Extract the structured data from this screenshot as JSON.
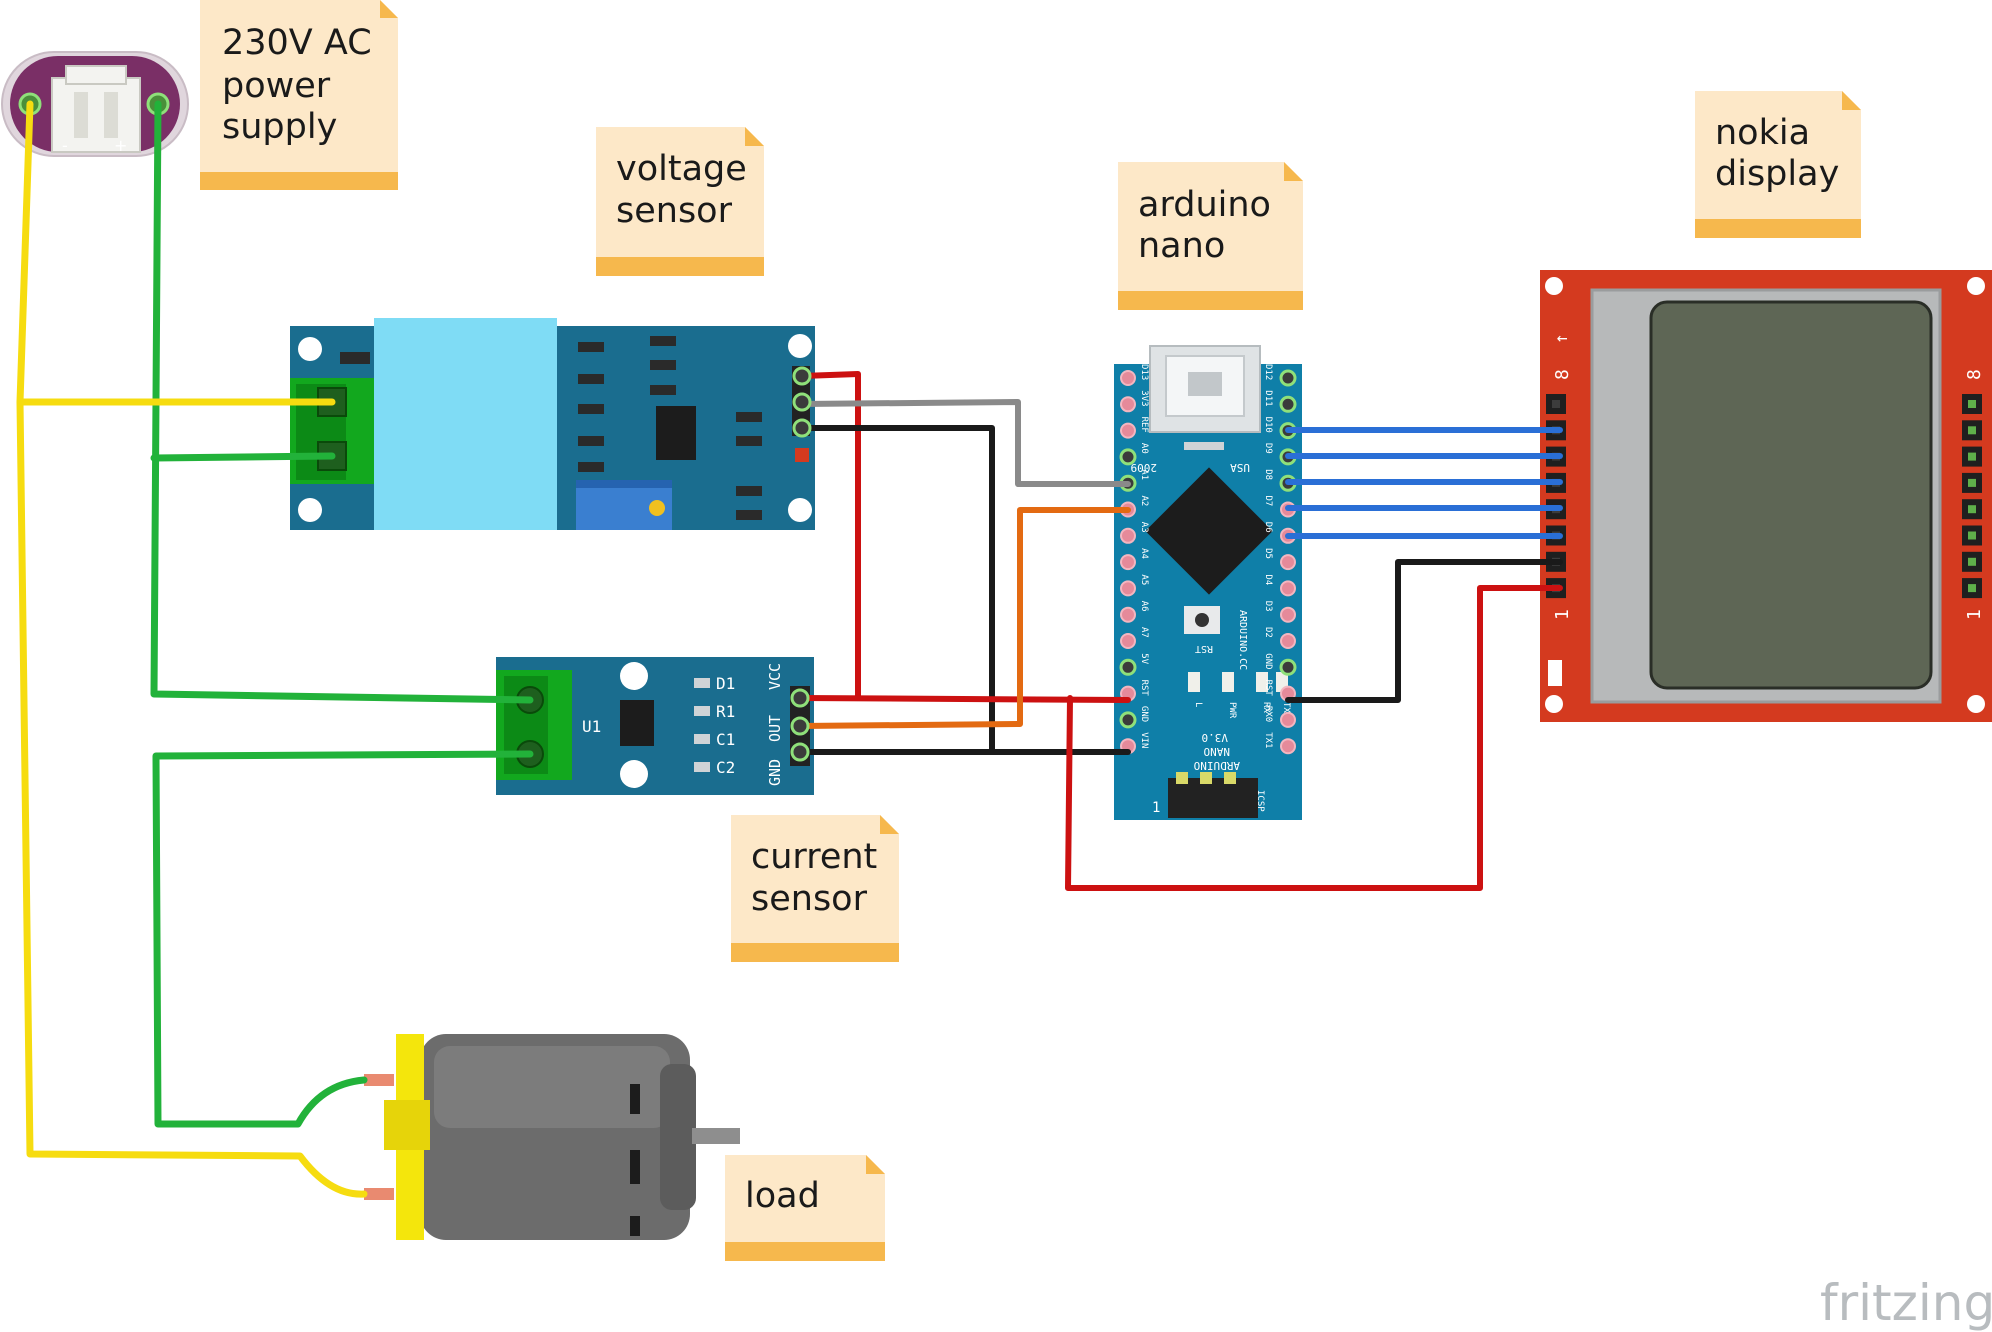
{
  "notes": {
    "power_supply": [
      "230V AC",
      "power",
      "supply"
    ],
    "voltage_sensor": [
      "voltage",
      "sensor"
    ],
    "arduino_nano": [
      "arduino",
      "nano"
    ],
    "nokia_display": [
      "nokia",
      "display"
    ],
    "current_sensor": [
      "current",
      "sensor"
    ],
    "load": [
      "load"
    ]
  },
  "power_supply": {
    "minus": "-",
    "plus": "+"
  },
  "current_sensor": {
    "u1": "U1",
    "components": [
      "D1",
      "R1",
      "C1",
      "C2"
    ],
    "pins": [
      "VCC",
      "OUT",
      "GND"
    ]
  },
  "arduino": {
    "left_pins": [
      "D13",
      "3V3",
      "REF",
      "A0",
      "A1",
      "A2",
      "A3",
      "A4",
      "A5",
      "A6",
      "A7",
      "5V",
      "RST",
      "GND",
      "VIN"
    ],
    "right_pins": [
      "D12",
      "D11",
      "D10",
      "D9",
      "D8",
      "D7",
      "D6",
      "D5",
      "D4",
      "D3",
      "D2",
      "GND",
      "RST",
      "RX0",
      "TX1"
    ],
    "year": "2009",
    "country": "USA",
    "rst_label": "RST",
    "website": "ARDUINO.CC",
    "leds": [
      "L",
      "PWR",
      "RX",
      "TX"
    ],
    "model": [
      "ARDUINO",
      "NANO",
      "V3.0"
    ],
    "icsp": "ICSP",
    "icsp_one": "1"
  },
  "nokia": {
    "pin_top": "8",
    "pin_bottom": "1",
    "pin_top_right": "8",
    "pin_bottom_right": "1",
    "arrow": "↑"
  },
  "brand": "fritzing",
  "colors": {
    "note_bg": "#fde8c8",
    "note_stripe": "#f6b84d",
    "pcb_blue": "#1a6d8f",
    "arduino_blue": "#0f7fa8",
    "nokia_red": "#d43a1f",
    "lcd": "#5e6655",
    "wire_red": "#cc1111",
    "wire_black": "#1a1a1a",
    "wire_gray": "#8a8a8a",
    "wire_orange": "#e36a12",
    "wire_green": "#22b23a",
    "wire_yellow": "#f6dc10",
    "wire_blue": "#2a6fd6"
  }
}
